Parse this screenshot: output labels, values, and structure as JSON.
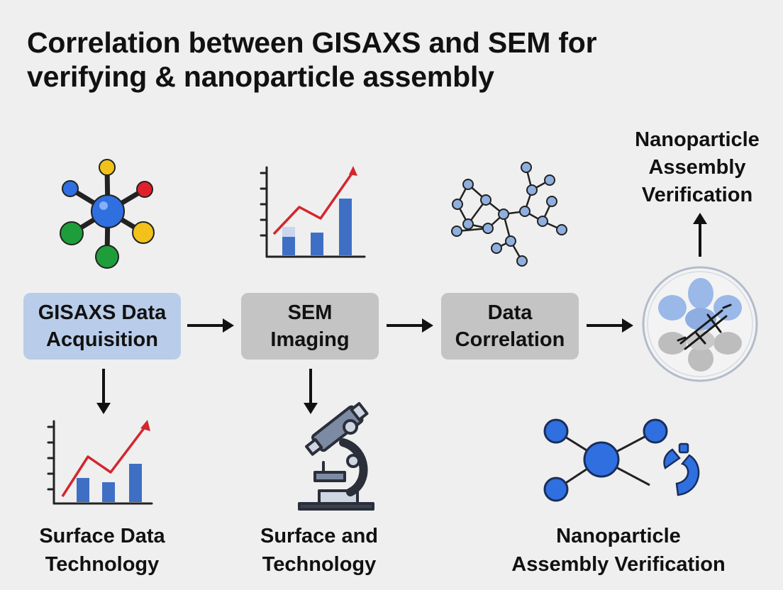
{
  "title": {
    "line1": "Correlation between GISAXS and SEM for",
    "line2": "verifying & nanoparticle assembly"
  },
  "nodes": {
    "gisaxs": {
      "line1": "GISAXS Data",
      "line2": "Acquisition"
    },
    "sem": {
      "line1": "SEM",
      "line2": "Imaging"
    },
    "correlation": {
      "line1": "Data",
      "line2": "Correlation"
    }
  },
  "labels": {
    "top_right": {
      "line1": "Nanoparticle",
      "line2": "Assembly",
      "line3": "Verification"
    },
    "surface_data": {
      "line1": "Surface Data",
      "line2": "Technology"
    },
    "surface_and": {
      "line1": "Surface and",
      "line2": "Technology"
    },
    "nano_bottom": {
      "line1": "Nanoparticle",
      "line2": "Assembly Verification"
    }
  },
  "icons": [
    "molecule-icon",
    "bar-chart-icon",
    "network-icon",
    "nanoparticle-circle-icon",
    "bar-chart-icon",
    "microscope-icon",
    "node-network-icon"
  ],
  "colors": {
    "node_blue": "#b9cdea",
    "node_gray": "#c4c4c4",
    "accent_blue": "#2f6fe0",
    "chart_bar": "#3f6fc4",
    "chart_line": "#d3262e",
    "arrow": "#111111"
  }
}
